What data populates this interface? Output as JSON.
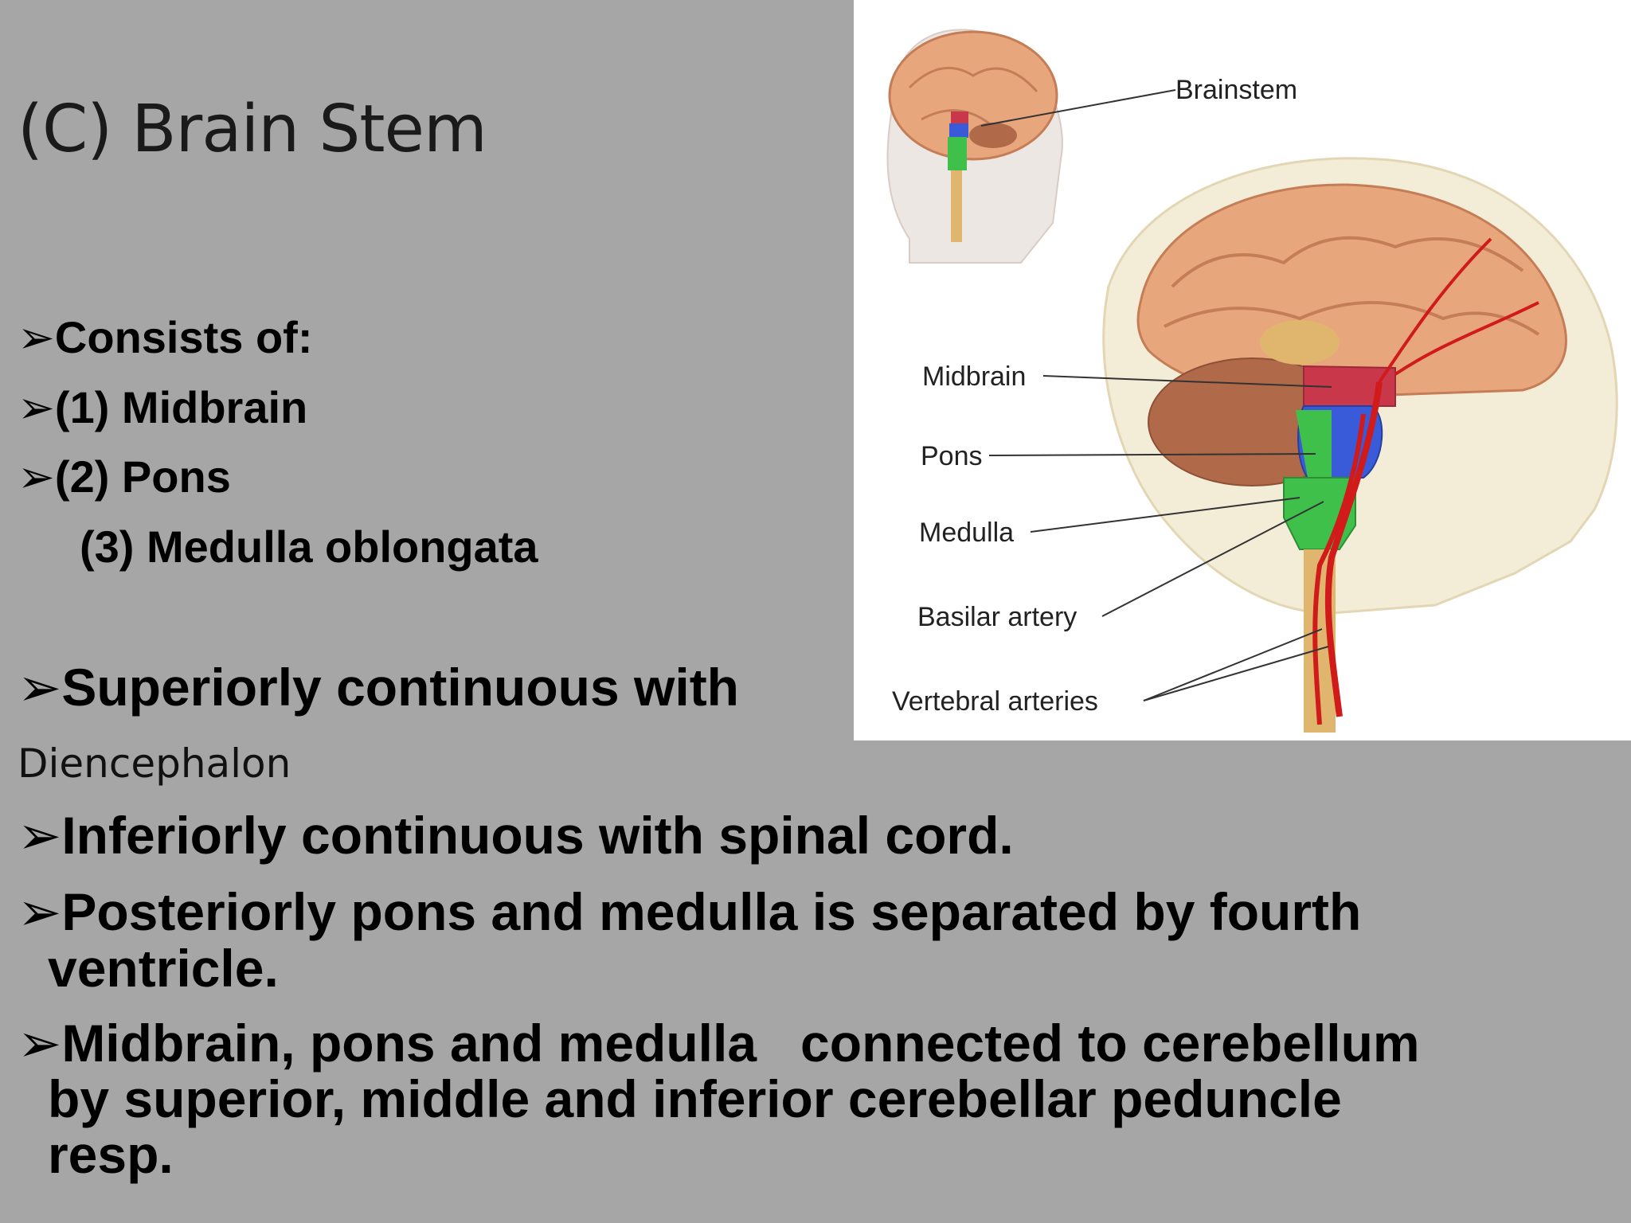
{
  "slide": {
    "title": "(C) Brain Stem",
    "consists_heading": "Consists of:",
    "parts": [
      "(1) Midbrain",
      "(2) Pons",
      "(3) Medulla oblongata"
    ],
    "superior_text": "Superiorly continuous with",
    "superior_continuation": "Diencephalon",
    "inferior_text": "Inferiorly continuous with spinal cord.",
    "posterior_text": "Posteriorly pons and medulla is separated by fourth",
    "posterior_continuation": "ventricle.",
    "cerebellum_text": "Midbrain, pons and medulla   connected to cerebellum",
    "cerebellum_continuation_1": "by superior, middle and inferior cerebellar peduncle",
    "cerebellum_continuation_2": "resp.",
    "bullet_glyph": "➢"
  },
  "figure": {
    "labels": {
      "brainstem": "Brainstem",
      "midbrain": "Midbrain",
      "pons": "Pons",
      "medulla": "Medulla",
      "basilar": "Basilar artery",
      "vertebral": "Vertebral arteries"
    },
    "colors": {
      "midbrain": "#c8384a",
      "pons": "#3a5bd9",
      "medulla": "#3fc04a",
      "artery": "#d11a1a",
      "brain": "#e8a67c",
      "cerebellum": "#b06a4a",
      "skull": "#efe6c8"
    }
  }
}
